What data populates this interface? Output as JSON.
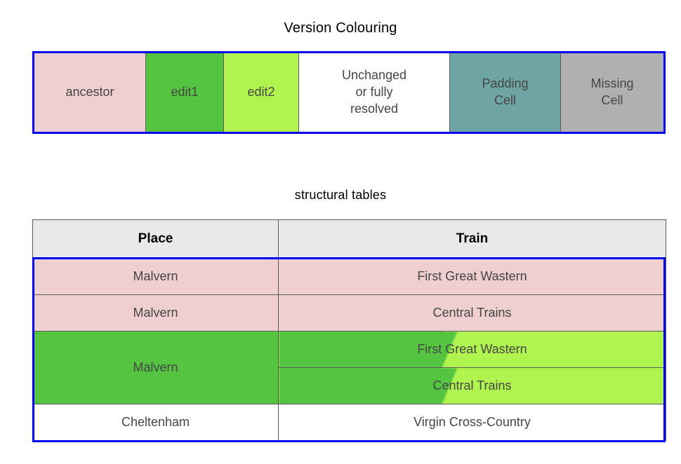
{
  "legend": {
    "title": "Version Colouring",
    "cells": [
      {
        "label": "ancestor",
        "color": "#f0cfd0",
        "key": "ancestor"
      },
      {
        "label": "edit1",
        "color": "#55c440",
        "key": "edit1"
      },
      {
        "label": "edit2",
        "color": "#b0f450",
        "key": "edit2"
      },
      {
        "label": "Unchanged or fully resolved",
        "color": "#ffffff",
        "key": "unchanged",
        "lines": [
          "Unchanged",
          "or fully",
          "resolved"
        ]
      },
      {
        "label": "Padding Cell",
        "color": "#6fa4a4",
        "key": "padding",
        "lines": [
          "Padding",
          "Cell"
        ]
      },
      {
        "label": "Missing Cell",
        "color": "#b0b0b0",
        "key": "missing",
        "lines": [
          "Missing",
          "Cell"
        ]
      }
    ],
    "border_color": "#0000ee"
  },
  "structural": {
    "title": "structural tables",
    "border_color": "#0000ee",
    "columns": [
      "Place",
      "Train"
    ],
    "rows": [
      {
        "place": "Malvern",
        "train": "First Great Wastern",
        "place_fill": "ancestor",
        "train_fill": "ancestor"
      },
      {
        "place": "Malvern",
        "train": "Central Trains",
        "place_fill": "ancestor",
        "train_fill": "ancestor"
      },
      {
        "place": "Malvern",
        "train": "First Great Wastern",
        "place_fill": "edit1",
        "train_fill": "edit1-edit2-split",
        "place_rowspan": 2
      },
      {
        "place": "",
        "train": "Central Trains",
        "place_fill": "",
        "train_fill": "edit1-edit2-split"
      },
      {
        "place": "Cheltenham",
        "train": "Virgin Cross-Country",
        "place_fill": "unchanged",
        "train_fill": "unchanged"
      }
    ]
  }
}
